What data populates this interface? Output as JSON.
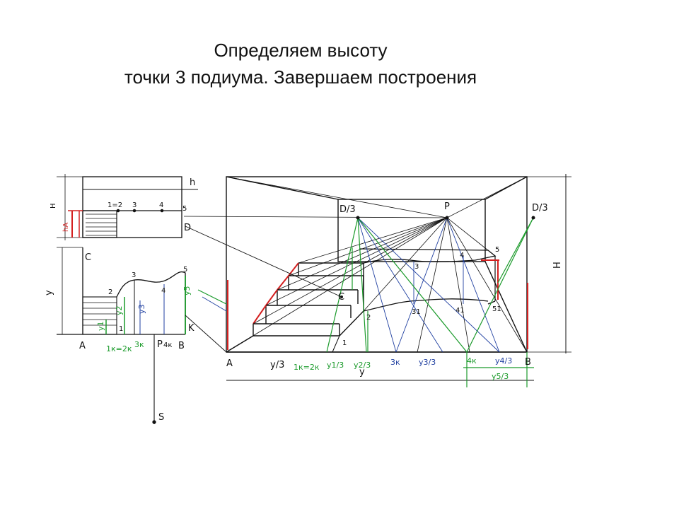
{
  "title": {
    "line1": "Определяем высоту",
    "line2": "точки 3 подиума. Завершаем построения"
  },
  "colors": {
    "ink": "#111111",
    "construction_red": "#d42020",
    "construction_green": "#1a9a2a",
    "construction_blue": "#1f3fa0"
  },
  "labels": {
    "small_h": "h",
    "small_H": "H",
    "small_hA": "hA",
    "pt12": "1=2",
    "pt3": "3",
    "pt4": "4",
    "pt5": "5",
    "D": "D",
    "C": "C",
    "y": "y",
    "plan_2": "2",
    "plan_3": "3",
    "plan_4": "4",
    "plan_5": "5",
    "plan_1": "1",
    "plan_y1": "y1",
    "plan_y2": "y2",
    "plan_y3": "y3",
    "plan_y5": "y5",
    "K": "K",
    "A": "A",
    "P": "P",
    "B": "B",
    "p4k": "4к",
    "p3k": "3к",
    "p1k2k": "1к=2к",
    "S": "S",
    "D3_left": "D/3",
    "D3_right": "D/3",
    "P_main": "P",
    "H_main": "H",
    "A_main": "A",
    "B_main": "B",
    "m1": "1",
    "m2": "2",
    "m3": "3",
    "m4": "4",
    "m5": "5",
    "m31": "31",
    "m41": "41",
    "m51": "51",
    "y3_dim": "y/3",
    "y_dim": "y",
    "k1k2": "1к=2к",
    "y1_3": "y1/3",
    "y2_3": "y2/3",
    "k3": "3к",
    "y3_3": "y3/3",
    "k4": "4к",
    "y4_3": "y4/3",
    "y5_3": "y5/3"
  }
}
